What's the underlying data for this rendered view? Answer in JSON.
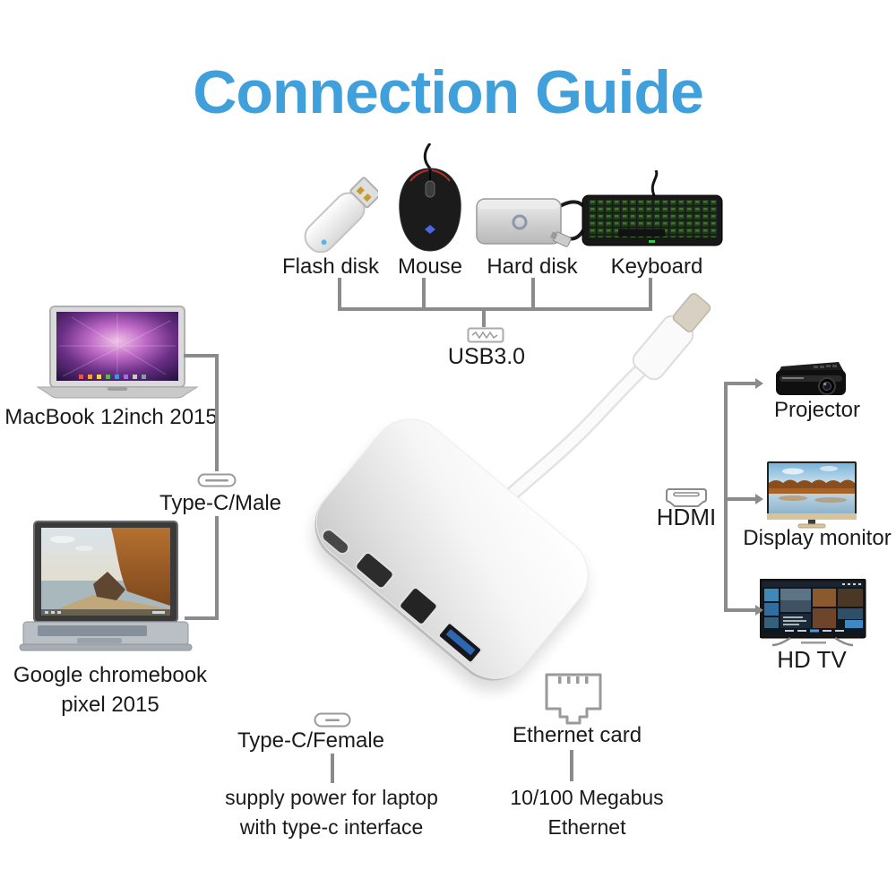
{
  "title": {
    "text": "Connection Guide"
  },
  "colors": {
    "title_blue": "#3FA0DC",
    "line_gray": "#8B8B8B",
    "text_dark": "#1A1A1A",
    "usb_port_blue": "#2F66B0"
  },
  "usb_group": {
    "port_label": "USB3.0",
    "devices": [
      {
        "label": "Flash disk"
      },
      {
        "label": "Mouse"
      },
      {
        "label": "Hard disk"
      },
      {
        "label": "Keyboard"
      }
    ]
  },
  "typec_male_group": {
    "port_label": "Type-C/Male",
    "devices": [
      {
        "label": "MacBook 12inch 2015"
      },
      {
        "label_line1": "Google chromebook",
        "label_line2": "pixel 2015"
      }
    ]
  },
  "hdmi_group": {
    "port_label": "HDMI",
    "devices": [
      {
        "label": "Projector"
      },
      {
        "label": "Display monitor"
      },
      {
        "label": "HD TV"
      }
    ]
  },
  "power_group": {
    "port_label": "Type-C/Female",
    "note_line1": "supply power for laptop",
    "note_line2": "with type-c interface"
  },
  "ethernet_group": {
    "port_label": "Ethernet card",
    "note_line1": "10/100 Megabus",
    "note_line2": "Ethernet"
  }
}
